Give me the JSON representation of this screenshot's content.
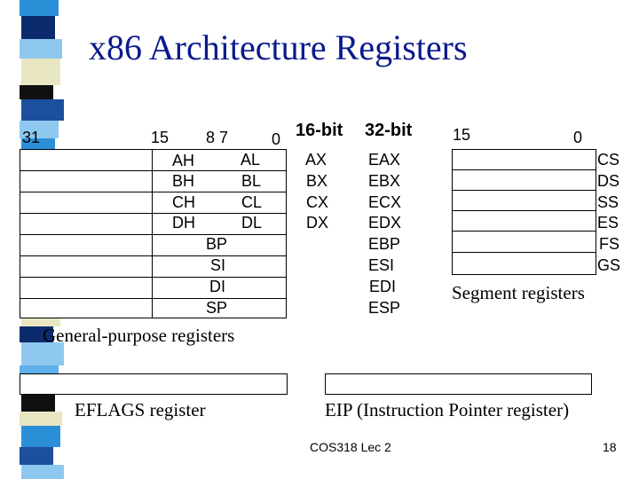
{
  "slide": {
    "title": "x86 Architecture Registers",
    "footer_course": "COS318 Lec 2",
    "page_number": "18"
  },
  "bits": {
    "b31": "31",
    "b15": "15",
    "b8_7": "8 7",
    "b0": "0",
    "seg15": "15",
    "seg0": "0"
  },
  "headers": {
    "bit16": "16-bit",
    "bit32": "32-bit"
  },
  "gp": {
    "high_bytes": [
      "AH",
      "BH",
      "CH",
      "DH"
    ],
    "low_bytes": [
      "AL",
      "BL",
      "CL",
      "DL"
    ],
    "full_16": [
      "BP",
      "SI",
      "DI",
      "SP"
    ],
    "names16": [
      "AX",
      "BX",
      "CX",
      "DX"
    ],
    "names32": [
      "EAX",
      "EBX",
      "ECX",
      "EDX",
      "EBP",
      "ESI",
      "EDI",
      "ESP"
    ],
    "label": "General-purpose registers"
  },
  "segment": {
    "names": [
      "CS",
      "DS",
      "SS",
      "ES",
      "FS",
      "GS"
    ],
    "label": "Segment registers"
  },
  "eflags": {
    "label": "EFLAGS register"
  },
  "eip": {
    "label": "EIP (Instruction Pointer register)"
  },
  "colors": {
    "title": "#0a1a8c",
    "stripe": [
      "#2b8fd8",
      "#0c2a6e",
      "#8fc8ef",
      "#e9e6c2",
      "#101010",
      "#1c4f9e",
      "#5db0ea"
    ]
  }
}
